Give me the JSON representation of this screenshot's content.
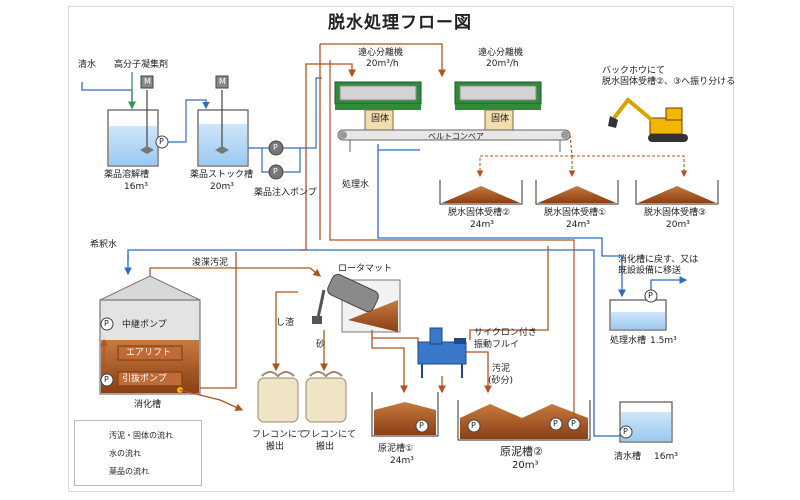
{
  "title": "脱水処理フロー図",
  "colors": {
    "sludge": "#b5501f",
    "water": "#2f6cc9",
    "chemical": "#2e9b55"
  },
  "inputs": {
    "clear_water": "清水",
    "flocculant": "高分子凝集剤",
    "dilution_water": "希釈水"
  },
  "tanks": {
    "dissolving": {
      "name": "薬品溶解槽",
      "volume": "16m³"
    },
    "stock": {
      "name": "薬品ストック槽",
      "volume": "20m³"
    },
    "digestion": {
      "name": "消化槽"
    },
    "treated_water": {
      "name": "処理水槽",
      "volume": "1.5m³"
    },
    "clear_water": {
      "name": "清水槽",
      "volume": "16m³"
    },
    "raw1": {
      "name": "原泥槽①",
      "volume": "24m³"
    },
    "raw2": {
      "name": "原泥槽②",
      "volume": "20m³"
    }
  },
  "motor_label": "M",
  "pump_label": "P",
  "injection_pump": "薬品注入ポンプ",
  "centrifuges": [
    {
      "name": "遠心分離機",
      "rate": "20m³/h"
    },
    {
      "name": "遠心分離機",
      "rate": "20m³/h"
    }
  ],
  "solids_label": "固体",
  "belt_conveyor": "ベルトコンベア",
  "backhoe_note": [
    "バックホウにて",
    "脱水固体受槽②、③へ振り分ける"
  ],
  "receivers": [
    {
      "name": "脱水固体受槽②",
      "volume": "24m³"
    },
    {
      "name": "脱水固体受槽①",
      "volume": "24m³"
    },
    {
      "name": "脱水固体受槽③",
      "volume": "20m³"
    }
  ],
  "treated_water_label": "処理水",
  "return_note": [
    "消化槽に戻す、又は",
    "既設設備に移送"
  ],
  "dredge_sludge": "浚渫汚泥",
  "rotamat": "ロータマット",
  "screenings": "し渣",
  "sand": "砂",
  "cyclone": [
    "サイクロン付き",
    "振動フルイ"
  ],
  "sludge_sand": [
    "汚泥",
    "(砂分)"
  ],
  "digester_labels": {
    "relay_pump": "中継ポンプ",
    "airlift": "エアリフト",
    "draw_pump": "引抜ポンプ"
  },
  "flexible_container": [
    "フレコンにて",
    "搬出"
  ],
  "legend": [
    "汚泥・固体の流れ",
    "水の流れ",
    "薬品の流れ"
  ]
}
